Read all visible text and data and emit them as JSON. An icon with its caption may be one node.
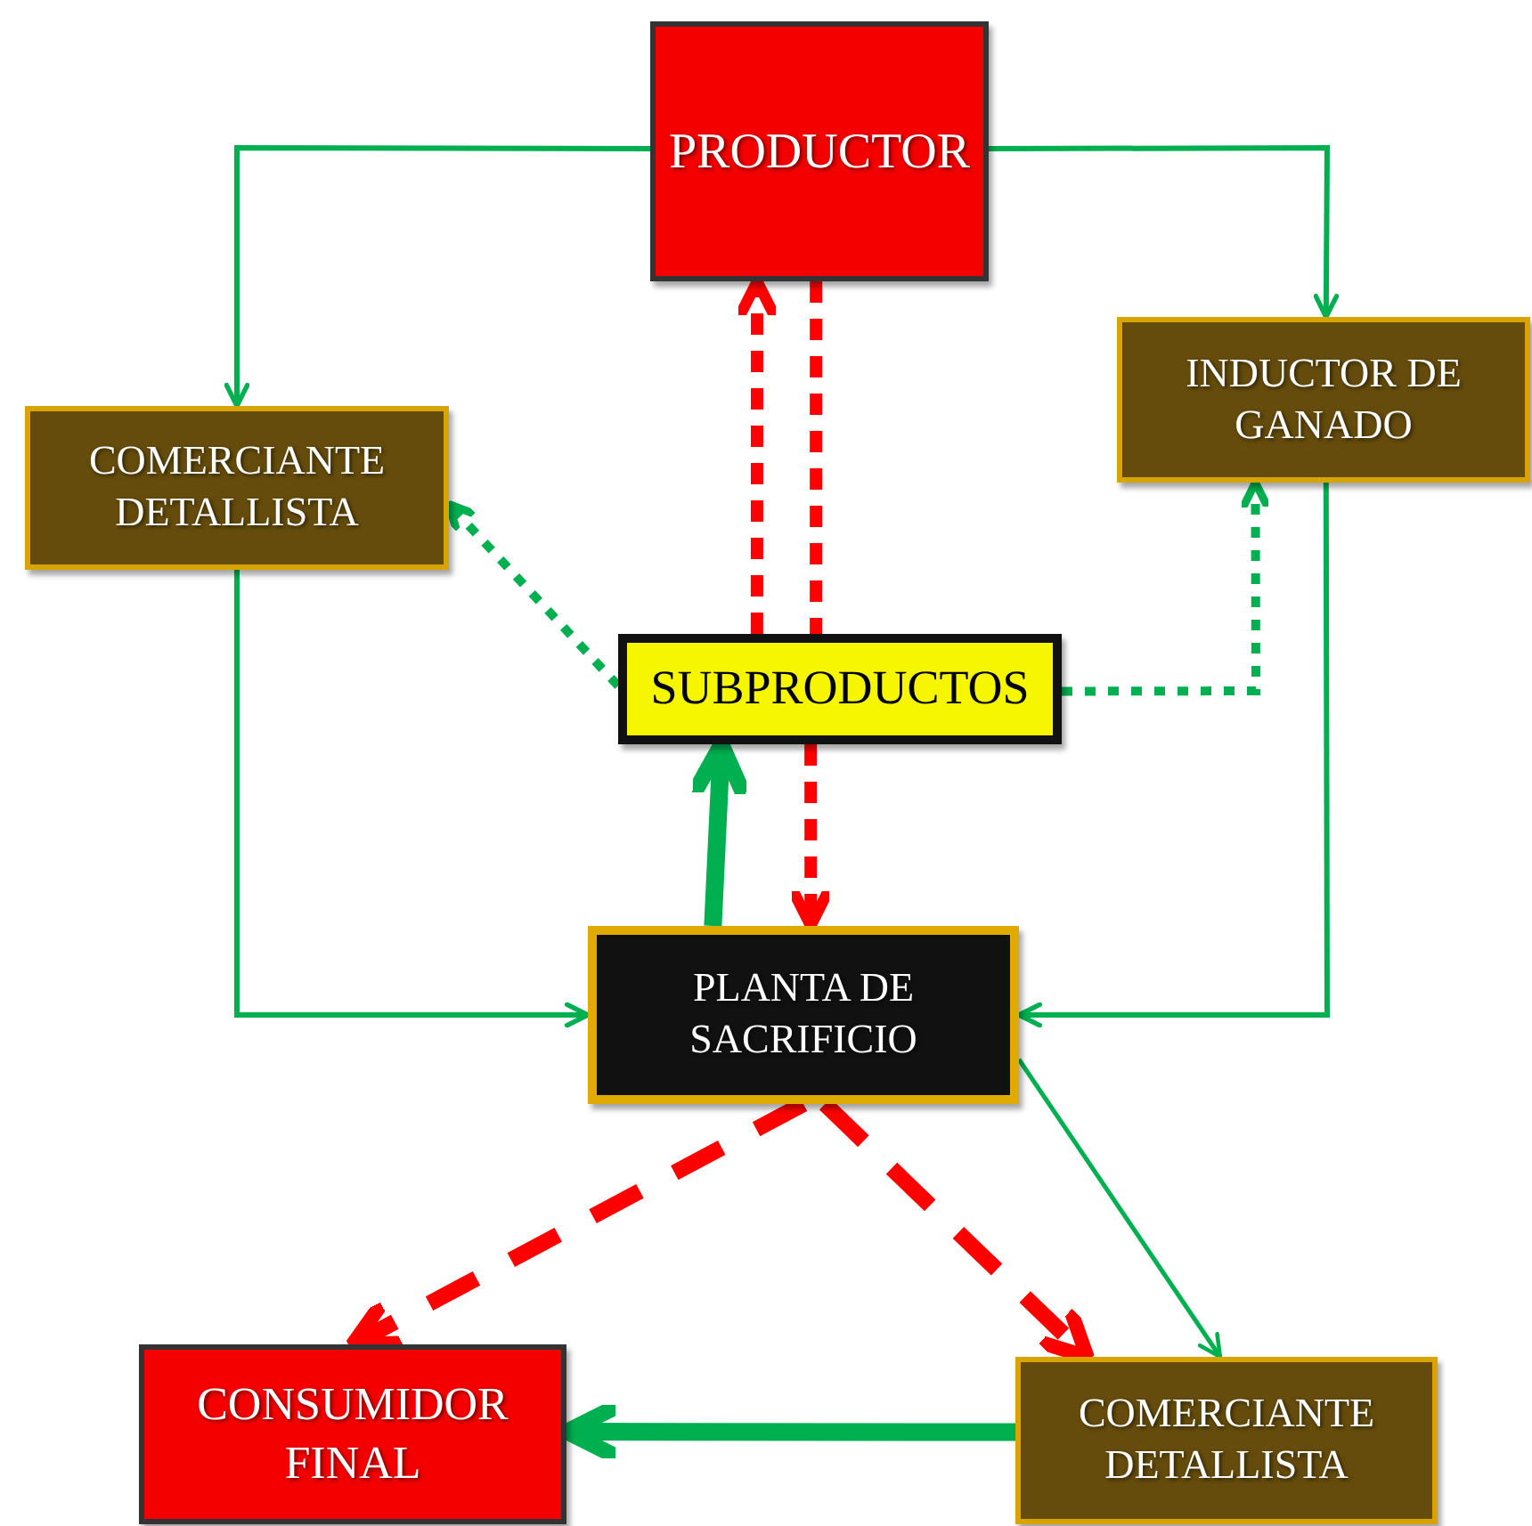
{
  "diagram": {
    "nodes": [
      {
        "text": [
          "PRODUCTOR"
        ]
      },
      {
        "text": [
          "COMERCIANTE DETALLISTA"
        ]
      },
      {
        "text": [
          "INDUCTOR DE GANADO"
        ]
      },
      {
        "text": [
          "SUBPRODUCTOS"
        ]
      },
      {
        "text": [
          "PLANTA DE SACRIFICIO"
        ]
      },
      {
        "text": [
          "CONSUMIDOR FINAL"
        ]
      },
      {
        "text": [
          "COMERCIANTE DETALLISTA"
        ]
      }
    ],
    "edges": [
      {
        "from": 0,
        "to": 1,
        "arrow": "to"
      },
      {
        "from": 0,
        "to": 2,
        "arrow": "to"
      },
      {
        "from": 1,
        "to": 4,
        "arrow": "to"
      },
      {
        "from": 2,
        "to": 4,
        "arrow": "to"
      },
      {
        "from": 4,
        "to": 6,
        "arrow": "to"
      },
      {
        "from": 6,
        "to": 5,
        "arrow": "to",
        "style": "thick"
      },
      {
        "from": 4,
        "to": 3,
        "arrow": "to",
        "style": "thick"
      },
      {
        "from": 3,
        "to": 4,
        "arrow": "to",
        "style": "dashed",
        "color": "#ff0000"
      },
      {
        "from": 3,
        "to": 0,
        "arrow": "to",
        "style": "dashed",
        "color": "#ff0000"
      },
      {
        "from": 0,
        "to": 3,
        "arrow": "none",
        "style": "dashed",
        "color": "#ff0000"
      },
      {
        "from": 3,
        "to": 1,
        "arrow": "to",
        "style": "dashed"
      },
      {
        "from": 3,
        "to": 2,
        "arrow": "to",
        "style": "dashed"
      },
      {
        "from": 4,
        "to": 5,
        "arrow": "to",
        "style": "dashed",
        "color": "#ff0000"
      },
      {
        "from": 4,
        "to": 6,
        "arrow": "to",
        "style": "dashed",
        "color": "#ff0000"
      }
    ]
  }
}
